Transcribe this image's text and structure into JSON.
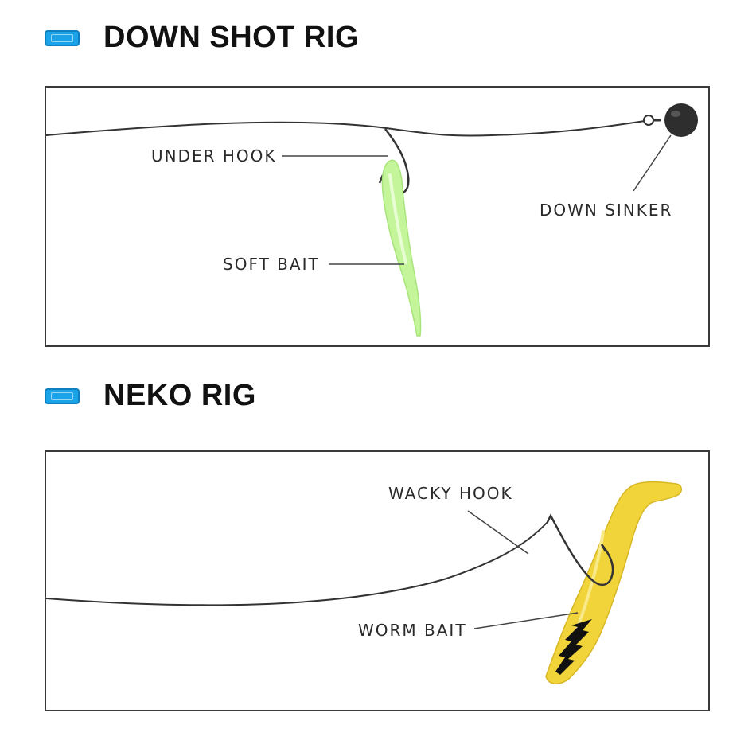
{
  "down_shot": {
    "title": "DOWN SHOT RIG",
    "labels": {
      "under_hook": "UNDER HOOK",
      "down_sinker": "DOWN SINKER",
      "soft_bait": "SOFT BAIT"
    }
  },
  "neko": {
    "title": "NEKO RIG",
    "labels": {
      "wacky_hook": "WACKY HOOK",
      "worm_bait": "WORM BAIT"
    }
  },
  "colors": {
    "badge": "#1aa3e8",
    "soft_bait": "#c4f59a",
    "worm_bait": "#f0d43a",
    "sinker": "#2e2e2e"
  }
}
